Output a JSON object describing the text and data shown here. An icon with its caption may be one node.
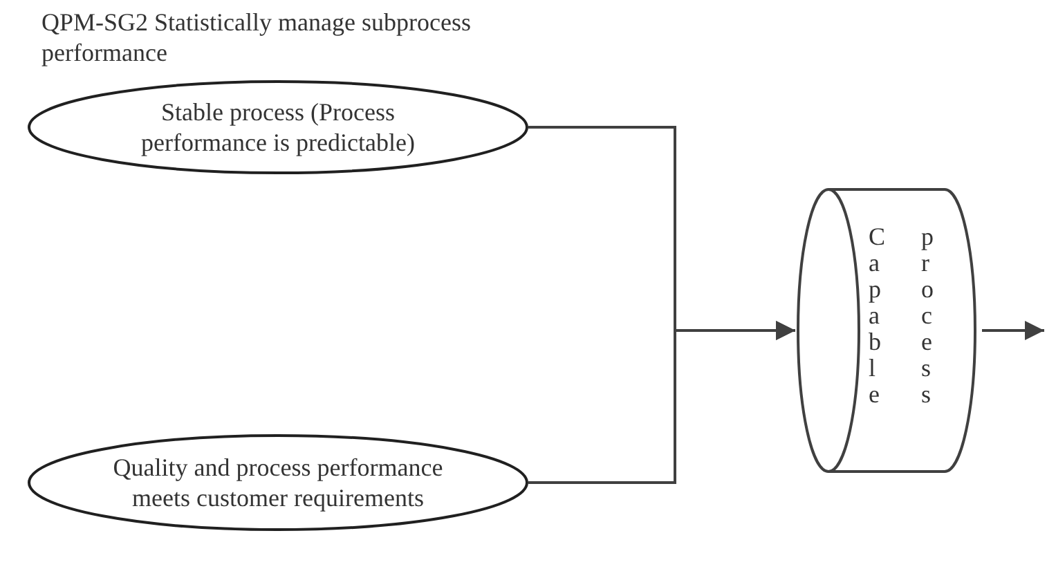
{
  "diagram": {
    "title": "QPM-SG2 Statistically manage subprocess performance",
    "nodes": [
      {
        "text": [
          "Stable process (Process performance is predictable)"
        ]
      },
      {
        "text": [
          "Quality and process performance meets customer requirements"
        ]
      },
      {
        "text": [
          "Capable process"
        ]
      }
    ],
    "edges": [
      {
        "from": 0,
        "to": 2,
        "arrow": "to"
      },
      {
        "from": 1,
        "to": 2,
        "arrow": "to"
      },
      {
        "from": 2,
        "to": null,
        "arrow": "to"
      }
    ]
  }
}
